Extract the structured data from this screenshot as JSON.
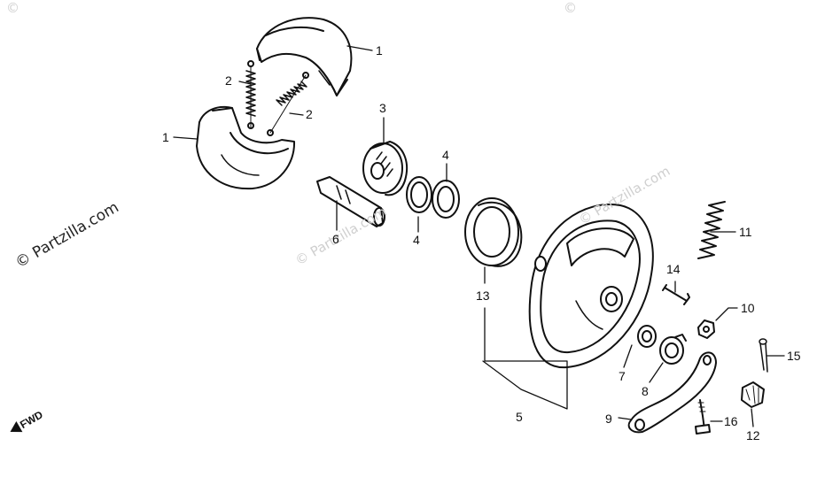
{
  "watermark": {
    "side_text": "© Partzilla.com",
    "center_text": "© Partzilla.com",
    "top_left": "©",
    "top_right": "©"
  },
  "fwd_label": "FWD",
  "callouts": {
    "c1a": "1",
    "c1b": "1",
    "c2a": "2",
    "c2b": "2",
    "c3": "3",
    "c4a": "4",
    "c4b": "4",
    "c5": "5",
    "c6": "6",
    "c7": "7",
    "c8": "8",
    "c9": "9",
    "c10": "10",
    "c11": "11",
    "c12": "12",
    "c13": "13",
    "c14": "14",
    "c15": "15",
    "c16": "16"
  }
}
